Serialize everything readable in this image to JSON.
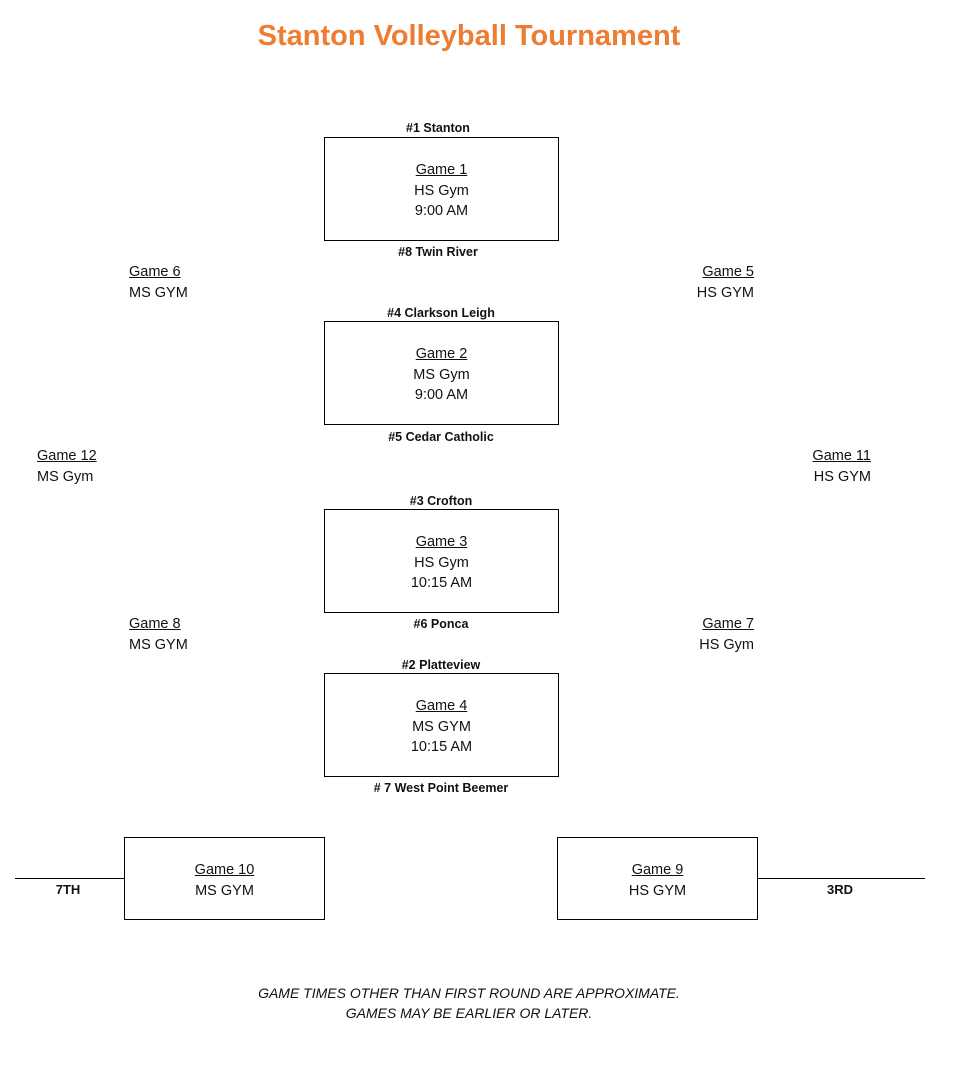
{
  "title": "Stanton Volleyball Tournament",
  "first_round": [
    {
      "top_team": "#1 Stanton",
      "game": "Game 1",
      "gym": "HS Gym",
      "time": "9:00 AM",
      "bottom_team": "#8 Twin River"
    },
    {
      "top_team": "#4 Clarkson Leigh",
      "game": "Game 2",
      "gym": "MS Gym",
      "time": "9:00 AM",
      "bottom_team": "#5 Cedar Catholic"
    },
    {
      "top_team": "#3 Crofton",
      "game": "Game 3",
      "gym": "HS Gym",
      "time": "10:15 AM",
      "bottom_team": "#6 Ponca"
    },
    {
      "top_team": "#2 Platteview",
      "game": "Game 4",
      "gym": "MS GYM",
      "time": "10:15 AM",
      "bottom_team": "# 7 West Point Beemer"
    }
  ],
  "side_games": {
    "game6": {
      "game": "Game 6",
      "gym": "MS GYM"
    },
    "game5": {
      "game": "Game 5",
      "gym": "HS GYM"
    },
    "game12": {
      "game": "Game 12",
      "gym": "MS Gym"
    },
    "game11": {
      "game": "Game 11",
      "gym": "HS GYM"
    },
    "game8": {
      "game": "Game 8",
      "gym": "MS GYM"
    },
    "game7": {
      "game": "Game 7",
      "gym": "HS Gym"
    }
  },
  "placement_games": {
    "game10": {
      "game": "Game 10",
      "gym": "MS GYM",
      "place": "7TH"
    },
    "game9": {
      "game": "Game 9",
      "gym": "HS GYM",
      "place": "3RD"
    }
  },
  "footer": {
    "line1": "GAME TIMES OTHER THAN FIRST ROUND ARE APPROXIMATE.",
    "line2": "GAMES MAY BE EARLIER OR LATER."
  }
}
